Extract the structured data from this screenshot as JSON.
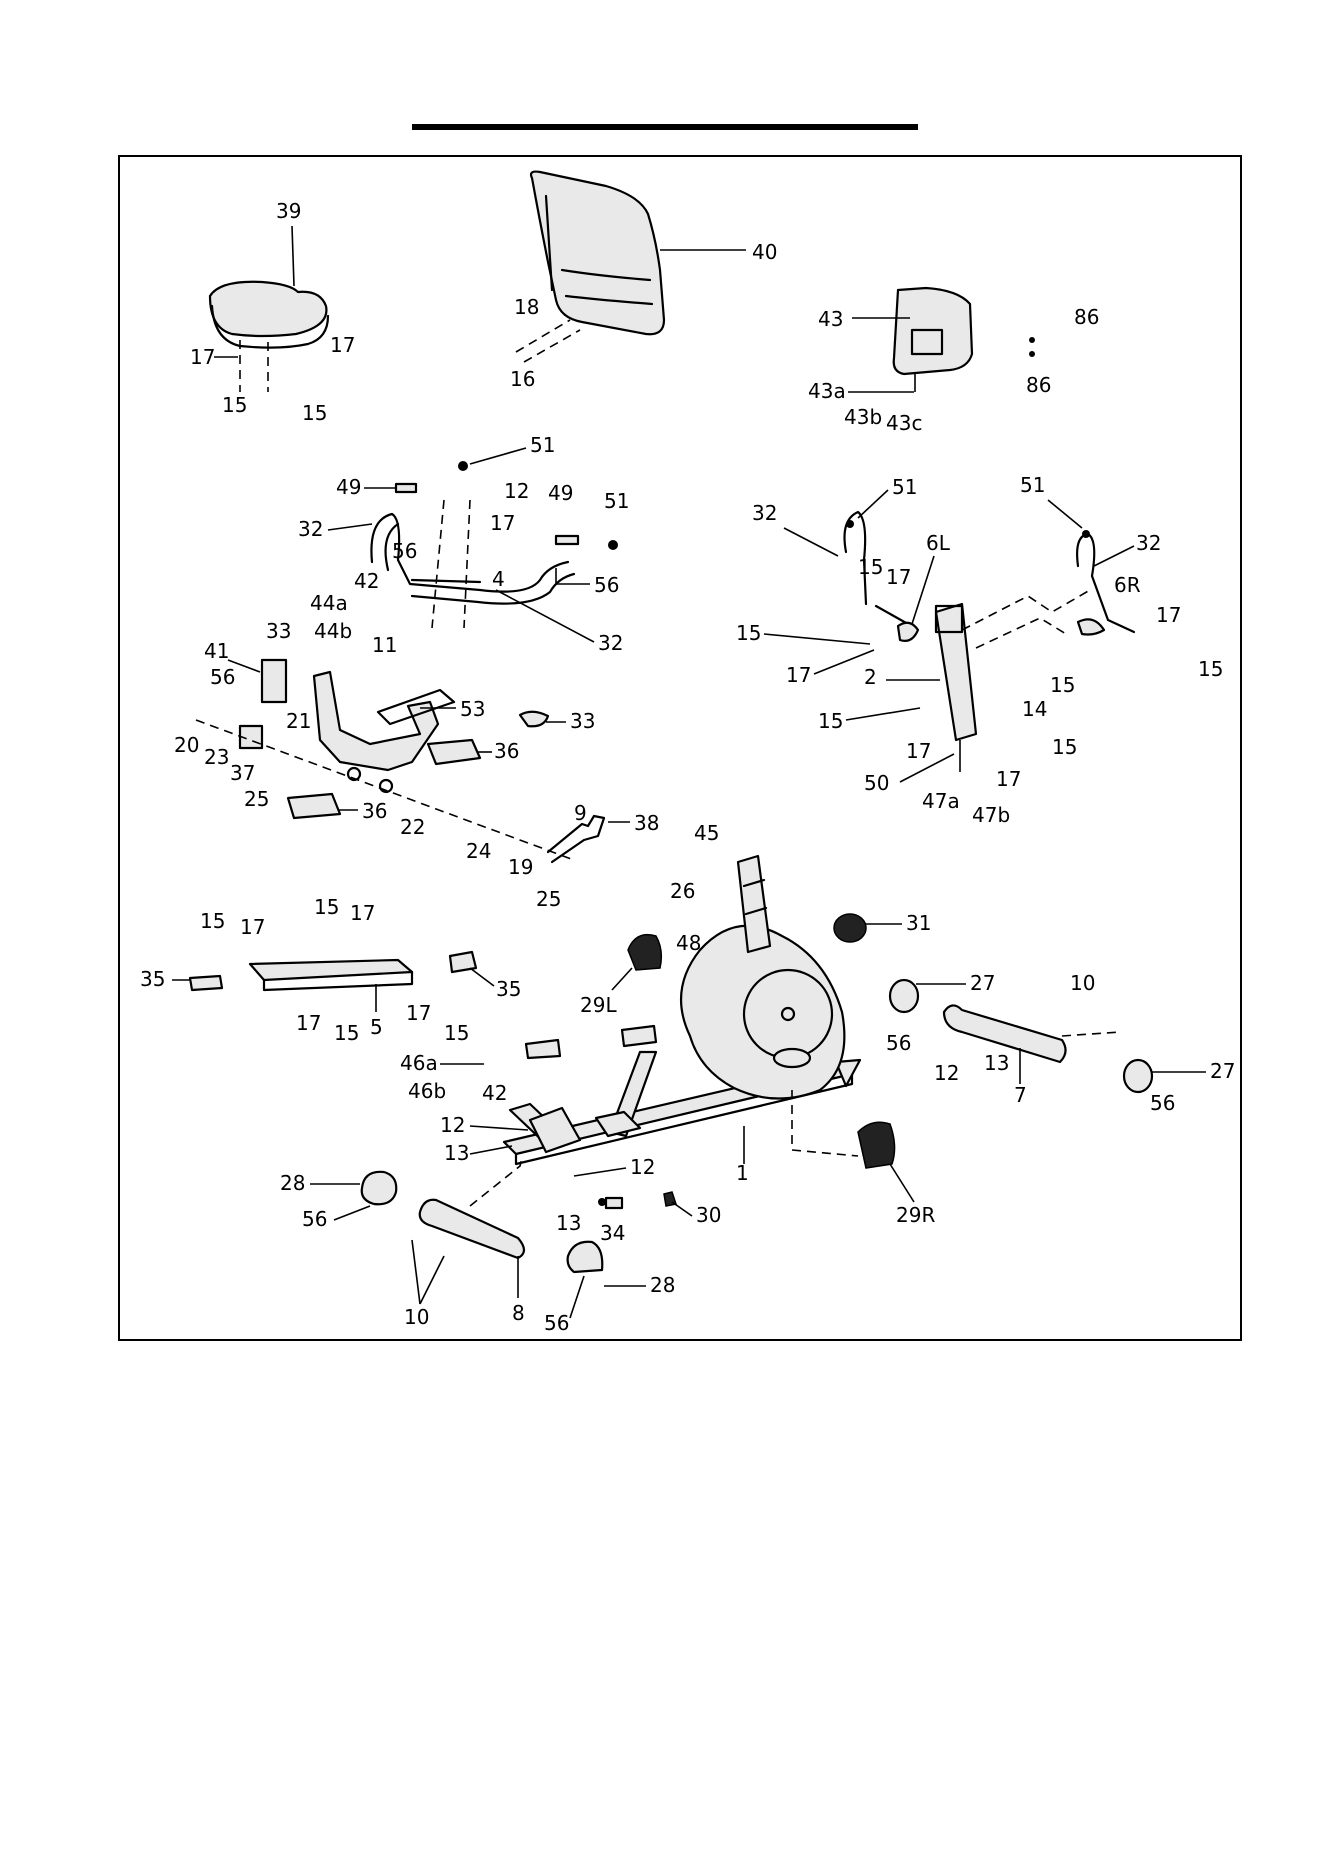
{
  "callouts": {
    "c39": "39",
    "c40": "40",
    "c43": "43",
    "c86a": "86",
    "c86b": "86",
    "c17a": "17",
    "c17b": "17",
    "c15a": "15",
    "c15b": "15",
    "c18": "18",
    "c16": "16",
    "c43a": "43a",
    "c43b": "43b",
    "c43c": "43c",
    "c51a": "51",
    "c49a": "49",
    "c12a": "12",
    "c49b": "49",
    "c51b": "51",
    "c32a": "32",
    "c17c": "17",
    "c56a": "56",
    "c42a": "42",
    "c4": "4",
    "c56b": "56",
    "c44a": "44a",
    "c44b": "44b",
    "c11": "11",
    "c32b": "32",
    "c51c": "51",
    "c51d": "51",
    "c32c": "32",
    "c6L": "6L",
    "c32d": "32",
    "c15c": "15",
    "c17d": "17",
    "c6R": "6R",
    "c15d": "15",
    "c17e": "17",
    "c15e": "15",
    "c2": "2",
    "c15f": "15",
    "c14": "14",
    "c15g": "15",
    "c17f": "17",
    "c15h": "15",
    "c17g": "17",
    "c50": "50",
    "c47a": "47a",
    "c47b": "47b",
    "c41": "41",
    "c33a": "33",
    "c56c": "56",
    "c53": "53",
    "c33b": "33",
    "c20": "20",
    "c23": "23",
    "c21": "21",
    "c36a": "36",
    "c37": "37",
    "c25a": "25",
    "c36b": "36",
    "c22": "22",
    "c24": "24",
    "c19": "19",
    "c9": "9",
    "c38": "38",
    "c25b": "25",
    "c45": "45",
    "c26": "26",
    "c48": "48",
    "c31": "31",
    "c15i": "15",
    "c17h": "17",
    "c15j": "15",
    "c17i": "17",
    "c35a": "35",
    "c35b": "35",
    "c17j": "17",
    "c15k": "15",
    "c5": "5",
    "c17k": "17",
    "c15l": "15",
    "c29L": "29L",
    "c27a": "27",
    "c10a": "10",
    "c46a": "46a",
    "c46b": "46b",
    "c42b": "42",
    "c56d": "56",
    "c12b": "12",
    "c13a": "13",
    "c7": "7",
    "c27b": "27",
    "c56e": "56",
    "c12c": "12",
    "c13b": "13",
    "c12d": "12",
    "c1": "1",
    "c28a": "28",
    "c56f": "56",
    "c13c": "13",
    "c34": "34",
    "c30": "30",
    "c29R": "29R",
    "c10b": "10",
    "c8": "8",
    "c28b": "28",
    "c56g": "56"
  }
}
